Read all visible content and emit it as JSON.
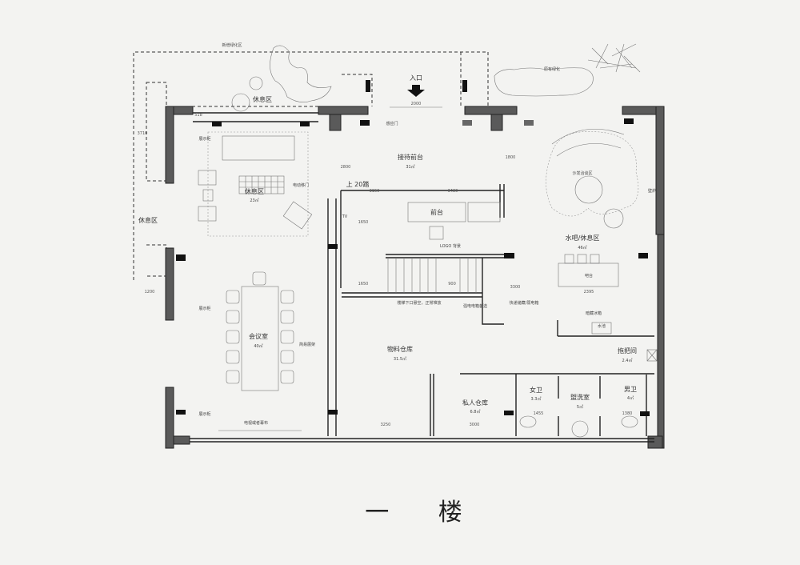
{
  "title": "一 楼",
  "exterior": {
    "entrance": "入口",
    "entrance_width": "2000",
    "sensor_door": "感应门",
    "new_green_area": "新增绿化区",
    "existing_green": "原有绿化",
    "rest_area_top": "休息区",
    "rest_area_left": "休息区",
    "dim_3710": "3710",
    "dim_1200": "1200",
    "dim_518": "518"
  },
  "rooms": {
    "reception": {
      "name": "接待前台",
      "area": "31㎡"
    },
    "lounge": {
      "name": "休息区",
      "area": "23㎡"
    },
    "meeting": {
      "name": "会议室",
      "area": "40㎡"
    },
    "storage": {
      "name": "物料仓库",
      "area": "31.5㎡"
    },
    "private_storage": {
      "name": "私人仓库",
      "area": "6.8㎡"
    },
    "bar": {
      "name": "水吧/休息区",
      "area": "46㎡"
    },
    "mop": {
      "name": "拖把间",
      "area": "2.4㎡"
    },
    "female_wc": {
      "name": "女卫",
      "area": "3.3㎡"
    },
    "washroom": {
      "name": "盥洗室",
      "area": "5㎡"
    },
    "male_wc": {
      "name": "男卫",
      "area": "4㎡"
    }
  },
  "annotations": {
    "stairs_up": "上 20踏",
    "front_desk": "前台",
    "logo_wall": "LOGO 背景",
    "tv": "TV",
    "electric_door": "电动移门",
    "display_cabinet_1": "展示柜",
    "display_cabinet_2": "展示柜",
    "display_cabinet_3": "展示柜",
    "simple_rack": "简易展架",
    "tv_screen": "电视或者幕布",
    "under_stairs": "楼梯下口悬空，正常堆放",
    "power_box": "强电电箱备选",
    "express_box": "快递储藏/弱电箱",
    "sofa_area": "沙发洽谈区",
    "fireplace": "壁炉",
    "bar_counter": "吧台",
    "hidden_fridge": "暗藏冰箱",
    "sink": "水池"
  },
  "dimensions": {
    "d3150": "3150",
    "d3480": "3480",
    "d1650a": "1650",
    "d1650b": "1650",
    "d2395": "2395",
    "d3250": "3250",
    "d3000": "3000",
    "d1455": "1455",
    "d1380": "1380",
    "d3300": "3300",
    "d900": "900",
    "d2800": "2800",
    "d1800": "1800"
  }
}
